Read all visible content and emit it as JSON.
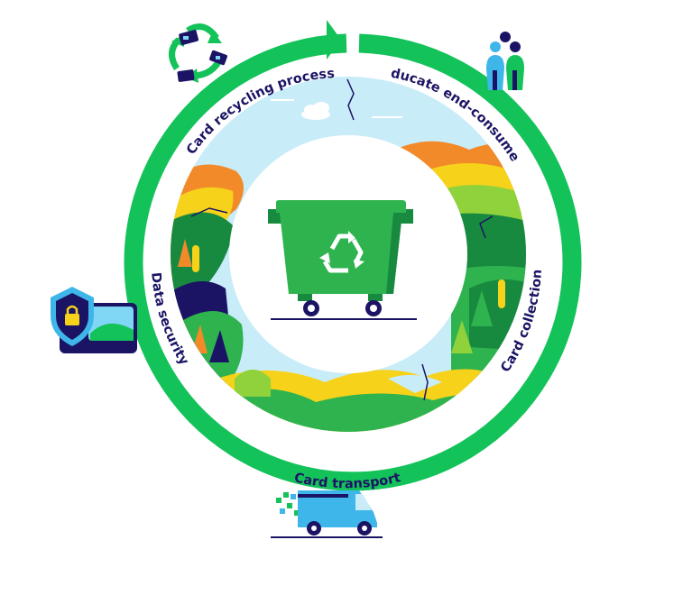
{
  "diagram": {
    "stages": [
      {
        "id": "recycling",
        "label": "Card recycling process",
        "icon": "recycle-cards-icon"
      },
      {
        "id": "educate",
        "label": "Educate end-consumer",
        "icon": "people-icon"
      },
      {
        "id": "collection",
        "label": "Card collection",
        "icon": "collection-bin-icon"
      },
      {
        "id": "transport",
        "label": "Card transport",
        "icon": "delivery-van-icon"
      },
      {
        "id": "security",
        "label": "Data security",
        "icon": "locked-card-icon"
      }
    ],
    "center_icon": "recycling-bin-icon"
  },
  "colors": {
    "ring": "#14c25a",
    "navy": "#1b1464",
    "sky": "#c8ecf8",
    "dark_green": "#188a3f",
    "mid_green": "#2eb34f",
    "light_green": "#8fd23c",
    "orange": "#f28a2a",
    "yellow": "#f7d21a",
    "van_blue": "#3fb6ea"
  }
}
